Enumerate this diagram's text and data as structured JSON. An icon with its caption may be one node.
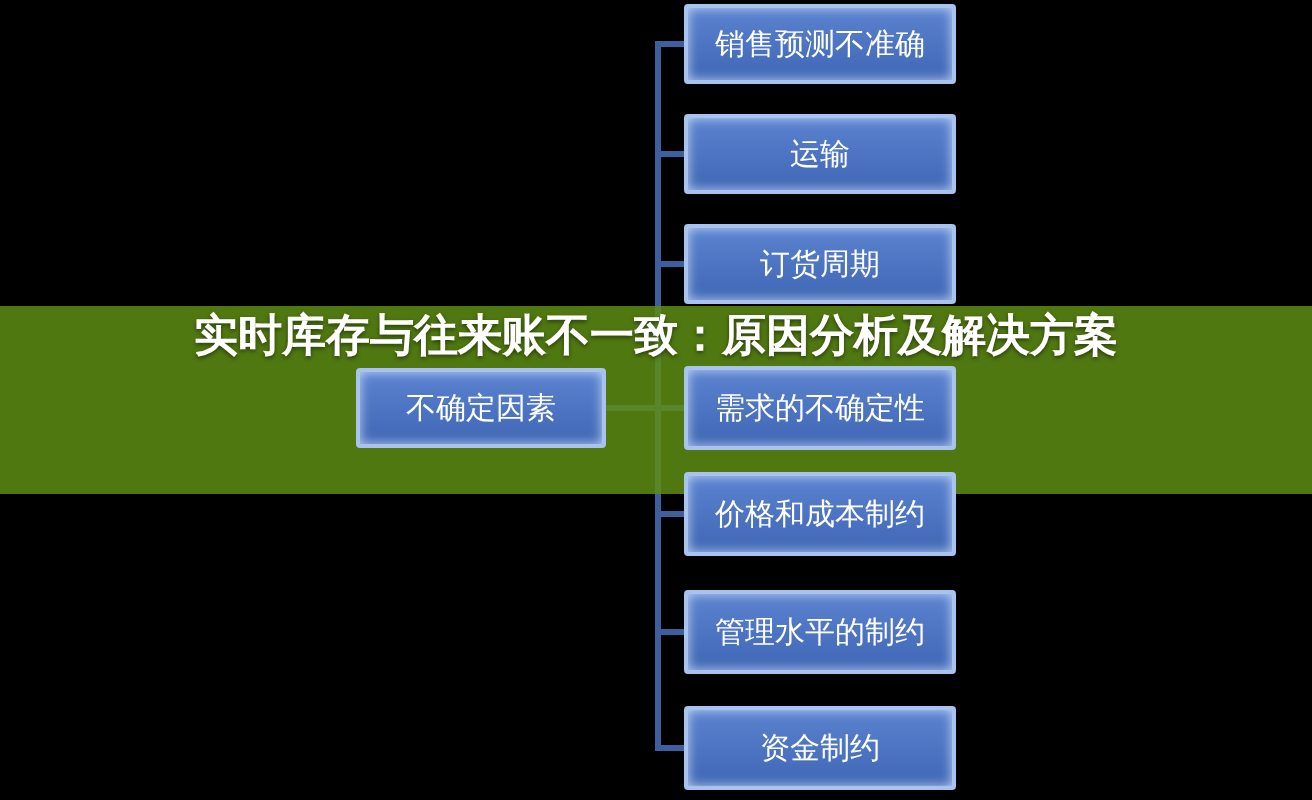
{
  "diagram": {
    "title": "实时库存与往来账不一致：原因分析及解决方案",
    "nodes": [
      {
        "text": [
          "不确定因素"
        ]
      },
      {
        "text": [
          "销售预测不准确"
        ]
      },
      {
        "text": [
          "运输"
        ]
      },
      {
        "text": [
          "订货周期"
        ]
      },
      {
        "text": [
          "需求的不确定性"
        ]
      },
      {
        "text": [
          "价格和成本制约"
        ]
      },
      {
        "text": [
          "管理水平的制约"
        ]
      },
      {
        "text": [
          "资金制约"
        ]
      }
    ],
    "edges": [
      {
        "from": 0,
        "to": 1,
        "arrow": "none"
      },
      {
        "from": 0,
        "to": 2,
        "arrow": "none"
      },
      {
        "from": 0,
        "to": 3,
        "arrow": "none"
      },
      {
        "from": 0,
        "to": 4,
        "arrow": "none"
      },
      {
        "from": 0,
        "to": 5,
        "arrow": "none"
      },
      {
        "from": 0,
        "to": 6,
        "arrow": "none"
      },
      {
        "from": 0,
        "to": 7,
        "arrow": "none"
      }
    ]
  }
}
